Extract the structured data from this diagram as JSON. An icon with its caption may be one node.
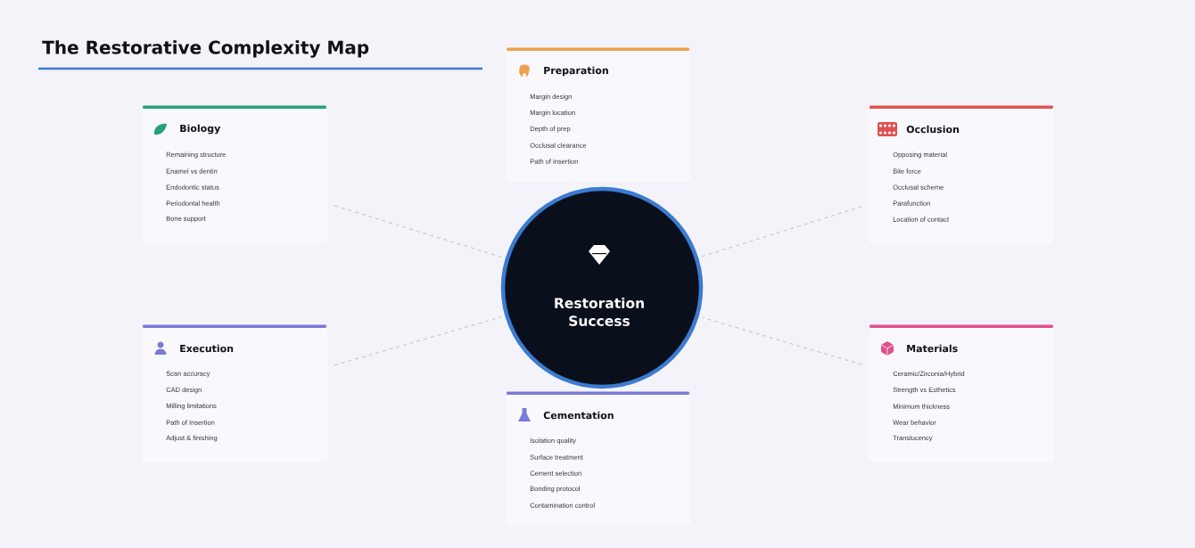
{
  "diagram": {
    "title": "The Restorative Complexity Map",
    "nodes": [
      {
        "text": [
          "Preparation",
          "Margin design",
          "Margin location",
          "Depth of prep",
          "Occlusal clearance",
          "Path of insertion"
        ]
      },
      {
        "text": [
          "Biology",
          "Remaining structure",
          "Enamel vs dentin",
          "Endodontic status",
          "Periodontal health",
          "Bone support"
        ]
      },
      {
        "text": [
          "Occlusion",
          "Opposing material",
          "Bite force",
          "Occlusal scheme",
          "Parafunction",
          "Location of contact"
        ]
      },
      {
        "text": [
          "Restoration Success"
        ]
      },
      {
        "text": [
          "Execution",
          "Scan accuracy",
          "CAD design",
          "Milling limitations",
          "Path of Insertion",
          "Adjust & finishing"
        ]
      },
      {
        "text": [
          "Materials",
          "Ceramic/Zirconia/Hybrid",
          "Strength vs Esthetics",
          "Minimum thickness",
          "Wear behavior",
          "Translucency"
        ]
      },
      {
        "text": [
          "Cementation",
          "Isolation quality",
          "Surface treatment",
          "Cement selection",
          "Bonding protocol",
          "Contamination control"
        ]
      }
    ],
    "edges": [
      {
        "from": 1,
        "to": 3,
        "arrow": "none",
        "style": "dashed"
      },
      {
        "from": 2,
        "to": 3,
        "arrow": "none",
        "style": "dashed"
      },
      {
        "from": 4,
        "to": 3,
        "arrow": "none",
        "style": "dashed"
      },
      {
        "from": 5,
        "to": 3,
        "arrow": "none",
        "style": "dashed"
      }
    ]
  }
}
